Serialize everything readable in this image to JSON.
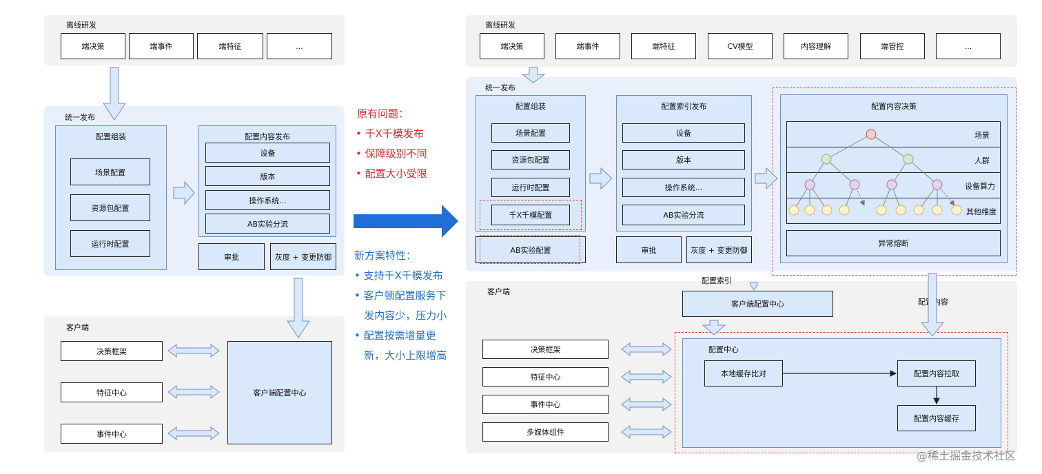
{
  "left": {
    "offline_title": "离线研发",
    "offline_items": [
      "端决策",
      "端事件",
      "端特征",
      "..."
    ],
    "publish_title": "统一发布",
    "assembly_title": "配置组装",
    "assembly_items": [
      "场景配置",
      "资源包配置",
      "运行时配置"
    ],
    "content_publish_title": "配置内容发布",
    "content_publish_items": [
      "设备",
      "版本",
      "操作系统...",
      "AB实验分流"
    ],
    "audit": "审批",
    "gray": "灰度 + 变更防御",
    "client_title": "客户端",
    "client_items": [
      "决策框架",
      "特征中心",
      "事件中心"
    ],
    "client_config_center": "客户端配置中心"
  },
  "middle": {
    "problem_title": "原有问题：",
    "problems": [
      "• 千X千模发布",
      "• 保障级别不同",
      "• 配置大小受限"
    ],
    "feature_title": "新方案特性：",
    "features": [
      "• 支持千X千模发布",
      "• 客户顿配置服务下",
      "   发内容少，压力小",
      "• 配置按需增量更",
      "   新，大小上限增高"
    ]
  },
  "right": {
    "offline_title": "离线研发",
    "offline_items": [
      "端决策",
      "端事件",
      "端特征",
      "CV模型",
      "内容理解",
      "端管控",
      "..."
    ],
    "publish_title": "统一发布",
    "assembly_title": "配置组装",
    "assembly_items": [
      "场景配置",
      "资源包配置",
      "运行时配置",
      "千X千模配置"
    ],
    "ab_config": "AB实验配置",
    "index_title": "配置索引发布",
    "index_items": [
      "设备",
      "版本",
      "操作系统...",
      "AB实验分流"
    ],
    "audit": "审批",
    "gray": "灰度 + 变更防御",
    "decision_title": "配置内容决策",
    "decision_rows": [
      "场景",
      "人群",
      "设备算力",
      "其他维度"
    ],
    "circuit_breaker": "异常熔断",
    "config_index_label": "配置索引",
    "config_content_label": "配置内容",
    "client_title": "客户端",
    "client_config_center": "客户端配置中心",
    "client_items": [
      "决策框架",
      "特征中心",
      "事件中心",
      "多媒体组件"
    ],
    "config_center_title": "配置中心",
    "local_cache_compare": "本地缓存比对",
    "content_pull": "配置内容拉取",
    "content_cache": "配置内容缓存"
  },
  "watermark": "@稀土掘金技术社区",
  "colors": {
    "arrow_fill": "#dae8fc",
    "arrow_stroke": "#6c8ebf",
    "big_arrow": "#1f6fd6",
    "red_text": "#e8262b",
    "blue_text": "#1f6fd6"
  }
}
